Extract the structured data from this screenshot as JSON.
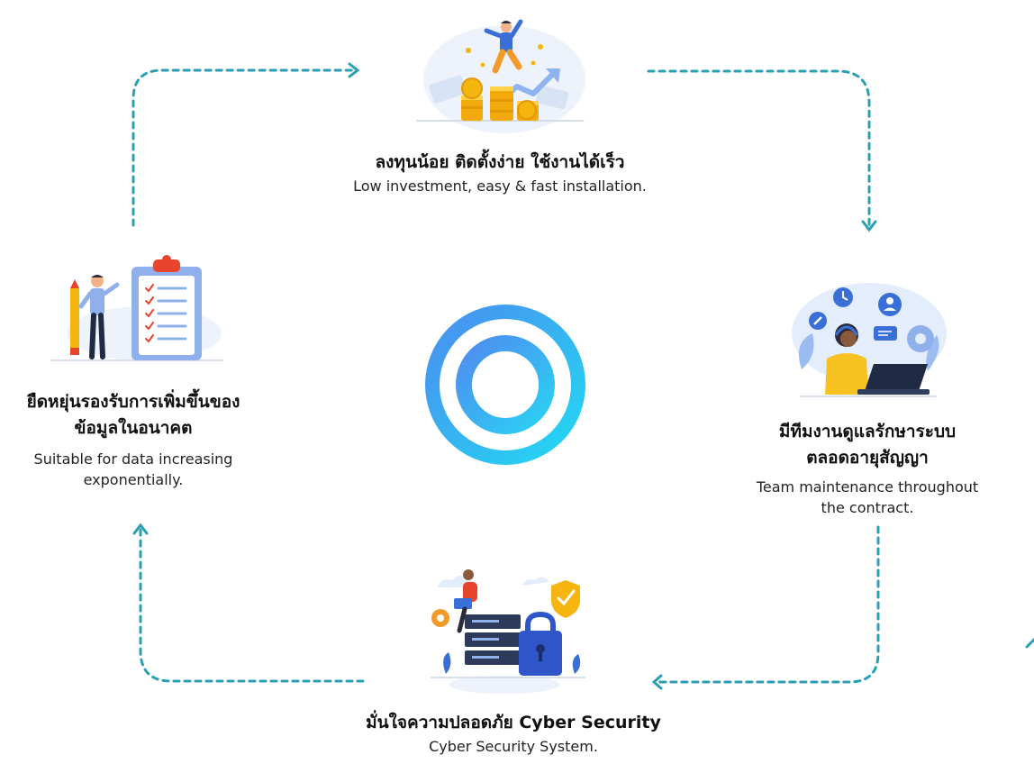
{
  "colors": {
    "arrow": "#2a9fb4",
    "ring_start": "#4a8ef0",
    "ring_end": "#22d9f2",
    "accent_blue": "#3b6fd8",
    "coin": "#f6b40e",
    "lock": "#2f56c8"
  },
  "steps": [
    {
      "id": "investment",
      "title_th": "ลงทุนน้อย ติดตั้งง่าย ใช้งานได้เร็ว",
      "desc_en": "Low investment, easy & fast installation.",
      "icon": "money-growth-icon"
    },
    {
      "id": "maintenance",
      "title_th_line1": "มีทีมงานดูแลรักษาระบบ",
      "title_th_line2": "ตลอดอายุสัญญา",
      "desc_en_line1": "Team maintenance throughout",
      "desc_en_line2": "the contract.",
      "icon": "support-agent-icon"
    },
    {
      "id": "security",
      "title_th": "มั่นใจความปลอดภัย Cyber Security",
      "desc_en": "Cyber Security System.",
      "icon": "server-lock-icon"
    },
    {
      "id": "scalable",
      "title_th_line1": "ยืดหยุ่นรองรับการเพิ่มขึ้นของ",
      "title_th_line2": "ข้อมูลในอนาคต",
      "desc_en_line1": "Suitable for data increasing",
      "desc_en_line2": "exponentially.",
      "icon": "checklist-icon"
    }
  ],
  "center_icon": "ring-logo-icon"
}
